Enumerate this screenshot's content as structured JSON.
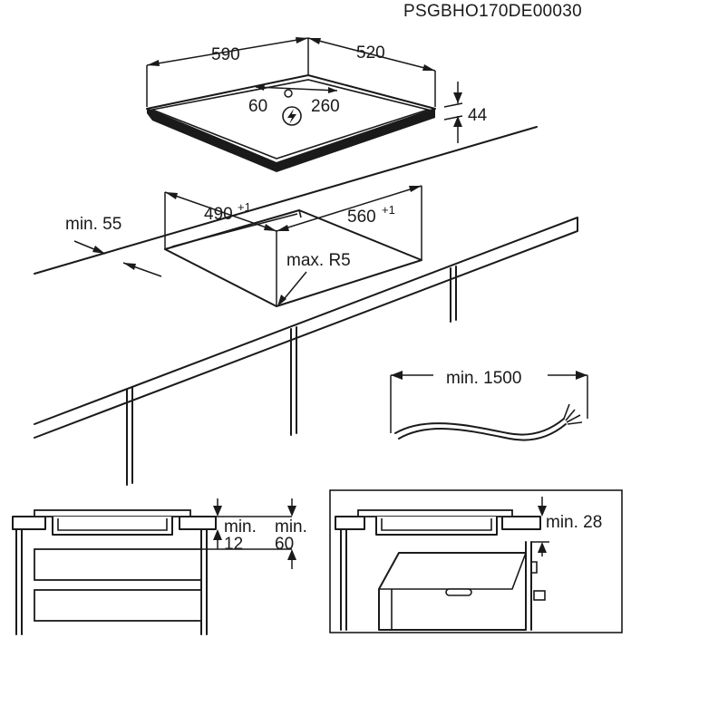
{
  "doc_code": "PSGBHO170DE00030",
  "hob": {
    "width": "590",
    "depth": "520",
    "height": "44",
    "conn_left": "60",
    "conn_right": "260",
    "power_symbol": "lightning-bolt-icon"
  },
  "cutout": {
    "width": "490",
    "width_tol": "+1",
    "depth": "560",
    "depth_tol": "+1",
    "front_edge": "min. 55",
    "corner_radius": "max. R5"
  },
  "cable": {
    "length": "min. 1500"
  },
  "drawer_install": {
    "gap_top_label": "min.",
    "gap_top_value": "12",
    "gap_bottom_label": "min.",
    "gap_bottom_value": "60"
  },
  "oven_install": {
    "gap": "min. 28"
  }
}
